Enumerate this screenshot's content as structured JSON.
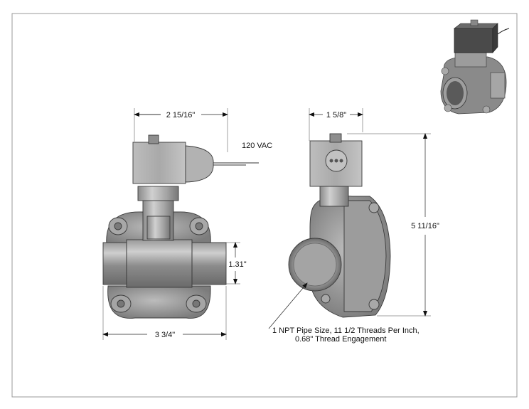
{
  "drawing": {
    "dimensions": {
      "front_width_top": "2 15/16\"",
      "front_width_bottom": "3 3/4\"",
      "port_height": "1.31\"",
      "side_width_top": "1 5/8\"",
      "overall_height": "5 11/16\""
    },
    "voltage_label": "120 VAC",
    "note_line1": "1 NPT Pipe Size, 11 1/2 Threads Per Inch,",
    "note_line2": "0.68\" Thread Engagement"
  }
}
